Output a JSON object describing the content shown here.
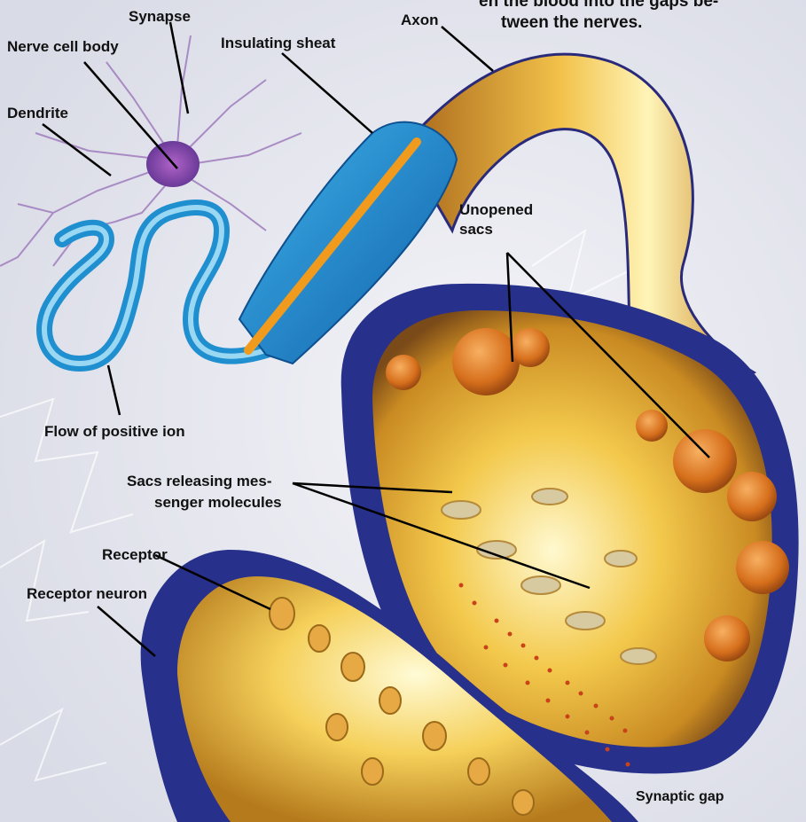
{
  "caption": {
    "line1": "en the blood into the gaps be-",
    "line2": "tween the nerves."
  },
  "labels": {
    "synapse": "Synapse",
    "nerve_cell_body": "Nerve cell body",
    "insulating_sheath": "Insulating sheat",
    "axon": "Axon",
    "dendrite": "Dendrite",
    "unopened_sacs_1": "Unopened",
    "unopened_sacs_2": "sacs",
    "flow_of_positive_ion": "Flow of positive ion",
    "sacs_releasing_1": "Sacs releasing mes-",
    "sacs_releasing_2": "senger molecules",
    "receptor": "Receptor",
    "receptor_neuron": "Receptor neuron",
    "synaptic_gap": "Synaptic gap"
  },
  "colors": {
    "axon_gold": "#e7a92c",
    "membrane_blue": "#27308a",
    "sheath_blue": "#1f8fd0",
    "sac_orange": "#d9781f",
    "background": "#e6e7ef"
  }
}
